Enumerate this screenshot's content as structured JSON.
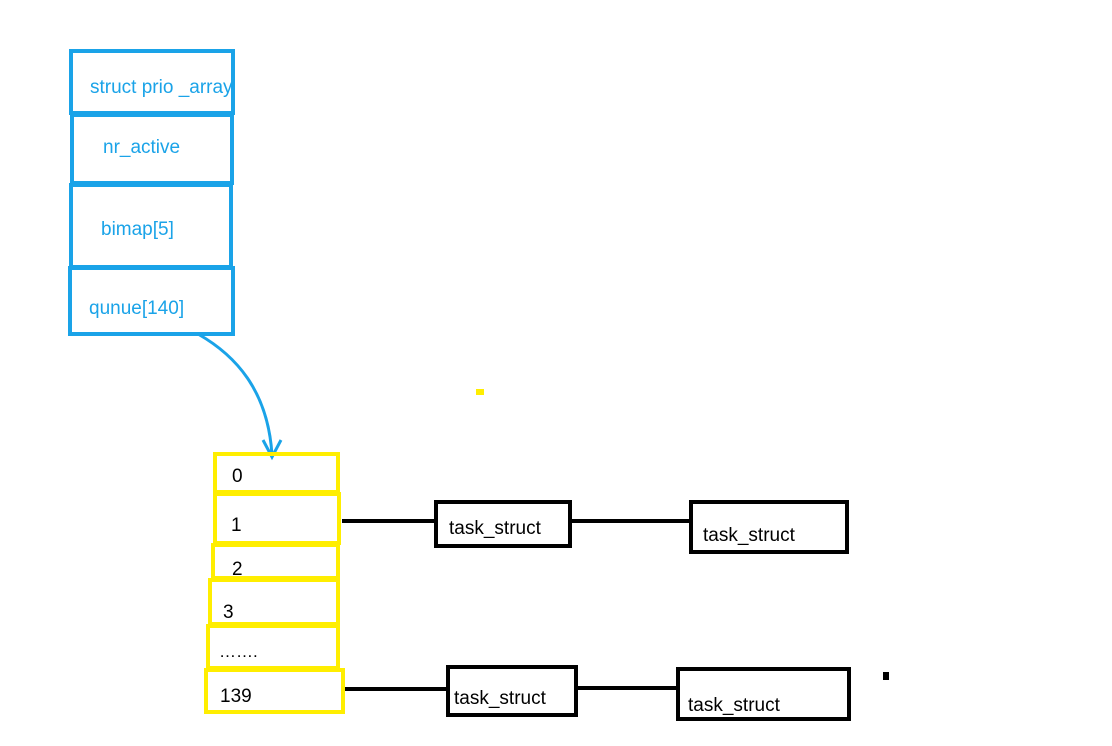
{
  "struct_box": {
    "title": "struct prio _array",
    "fields": [
      "nr_active",
      "bimap[5]",
      "qunue[140]"
    ]
  },
  "queue": {
    "slots": [
      "0",
      "1",
      "2",
      "3",
      "…….",
      "139"
    ]
  },
  "chains": {
    "row1": [
      "task_struct",
      "task_struct"
    ],
    "row139": [
      "task_struct",
      "task_struct"
    ]
  },
  "colors": {
    "struct_border": "#1aa3e8",
    "queue_border": "#ffee00",
    "task_border": "#000000"
  }
}
